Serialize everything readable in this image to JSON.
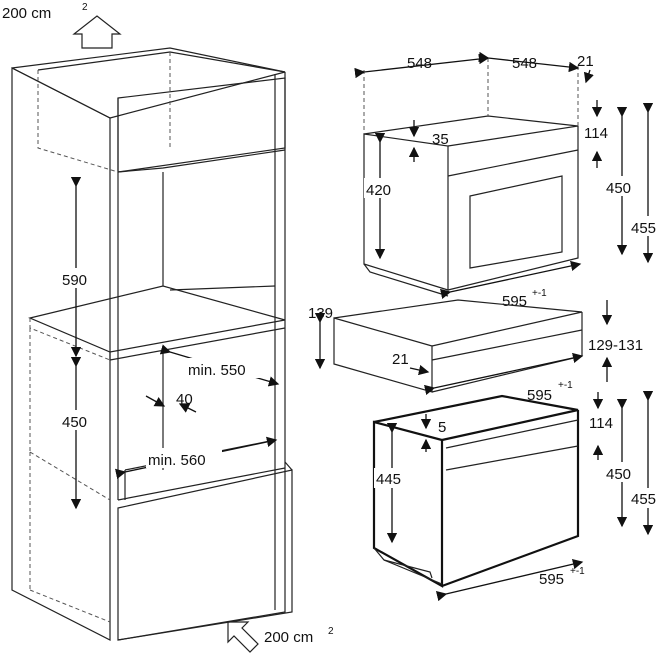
{
  "labels": {
    "vent_top": "200 cm",
    "vent_top_sup": "2",
    "vent_bottom": "200 cm",
    "vent_bottom_sup": "2",
    "cab_upper_height": "590",
    "cab_lower_height": "450",
    "cab_depth": "min. 550",
    "cab_width": "min. 560",
    "cab_gap": "40",
    "top_width_a": "548",
    "top_width_b": "548",
    "top_offset": "21",
    "top_gap_35": "35",
    "top_gap_114": "114",
    "top_h_420": "420",
    "top_h_450": "450",
    "top_h_455": "455",
    "top_w_595": "595",
    "top_w_595_sup": "+-1",
    "drawer_h": "139",
    "drawer_gap": "129-131",
    "drawer_21": "21",
    "drawer_w_595": "595",
    "drawer_w_595_sup": "+-1",
    "bot_5": "5",
    "bot_114": "114",
    "bot_445": "445",
    "bot_450": "450",
    "bot_455": "455",
    "bot_w_595": "595",
    "bot_w_595_sup": "+-1"
  }
}
